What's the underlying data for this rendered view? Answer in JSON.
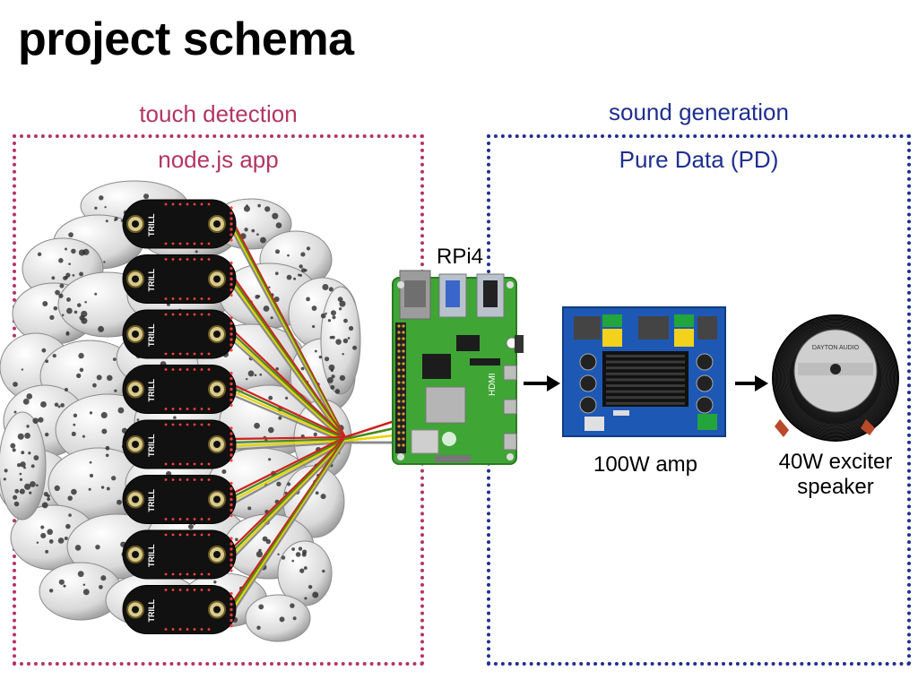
{
  "title": "project schema",
  "touch_section": {
    "heading": "touch detection",
    "subheading": "node.js app",
    "color": "#b2365f",
    "sensor_label": "TRILL",
    "sensor_count": 8
  },
  "sound_section": {
    "heading": "sound generation",
    "subheading": "Pure Data (PD)",
    "color": "#1f2f8f"
  },
  "devices": {
    "pi_label": "RPi4",
    "pi_port_label": "HDMI",
    "amp_label": "100W amp",
    "speaker_label_line1": "40W exciter",
    "speaker_label_line2": "speaker"
  },
  "wire_colors": [
    "#d11f1f",
    "#4a8a1e",
    "#e8d400",
    "#8a8a8a"
  ]
}
